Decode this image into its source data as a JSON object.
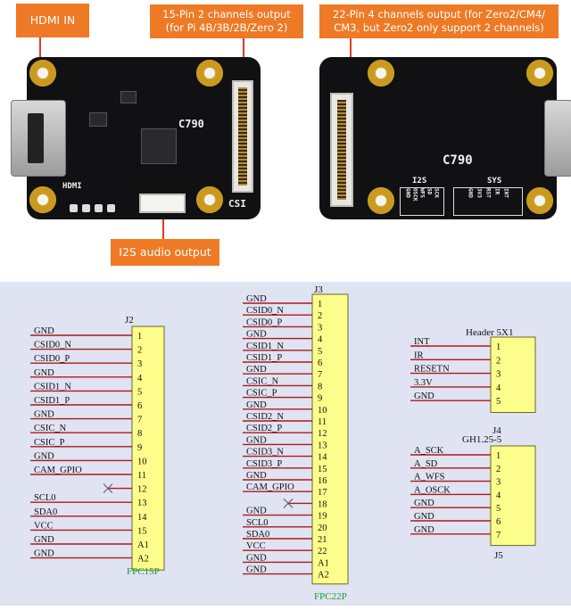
{
  "callouts": {
    "hdmi_in": "HDMI IN",
    "csi15_line1": "15-Pin 2 channels output",
    "csi15_line2": "(for Pi 4B/3B/2B/Zero 2)",
    "csi22_line1": "22-Pin 4 channels output (for Zero2/CM4/",
    "csi22_line2": "CM3, but Zero2 only support 2 channels)",
    "i2s_audio": "I2S audio output"
  },
  "front_board": {
    "chip_label": "C790",
    "hdmi_label": "HDMI",
    "csi_label": "CSI"
  },
  "back_board": {
    "chip_label": "C790",
    "i2s_title": "I2S",
    "i2s_pins": [
      "GND",
      "OSCK",
      "WFS",
      "SD",
      "SCK"
    ],
    "sys_title": "SYS",
    "sys_pins": [
      "GND",
      "3V3",
      "RST",
      "IR",
      "INT"
    ]
  },
  "colors": {
    "callout_bg": "#ee7a26",
    "leader": "#e23a2a",
    "schematic_bg": "#dfe3f2",
    "connector_fill": "#fdfd8c",
    "wire": "#b01818",
    "footprint_label": "#1a9e2a"
  },
  "schematic": {
    "j2": {
      "ref": "J2",
      "footprint": "FPC15P",
      "pins": [
        {
          "net": "GND",
          "num": "1"
        },
        {
          "net": "CSID0_N",
          "num": "2"
        },
        {
          "net": "CSID0_P",
          "num": "3"
        },
        {
          "net": "GND",
          "num": "4"
        },
        {
          "net": "CSID1_N",
          "num": "5"
        },
        {
          "net": "CSID1_P",
          "num": "6"
        },
        {
          "net": "GND",
          "num": "7"
        },
        {
          "net": "CSIC_N",
          "num": "8"
        },
        {
          "net": "CSIC_P",
          "num": "9"
        },
        {
          "net": "GND",
          "num": "10"
        },
        {
          "net": "CAM_GPIO",
          "num": "11"
        },
        {
          "net": "",
          "num": "12",
          "nc": true
        },
        {
          "net": "SCL0",
          "num": "13"
        },
        {
          "net": "SDA0",
          "num": "14"
        },
        {
          "net": "VCC",
          "num": "15"
        },
        {
          "net": "GND",
          "num": "A1"
        },
        {
          "net": "GND",
          "num": "A2"
        }
      ]
    },
    "j3": {
      "ref": "J3",
      "footprint": "FPC22P",
      "pins": [
        {
          "net": "GND",
          "num": "1"
        },
        {
          "net": "CSID0_N",
          "num": "2"
        },
        {
          "net": "CSID0_P",
          "num": "3"
        },
        {
          "net": "GND",
          "num": "4"
        },
        {
          "net": "CSID1_N",
          "num": "5"
        },
        {
          "net": "CSID1_P",
          "num": "6"
        },
        {
          "net": "GND",
          "num": "7"
        },
        {
          "net": "CSIC_N",
          "num": "8"
        },
        {
          "net": "CSIC_P",
          "num": "9"
        },
        {
          "net": "GND",
          "num": "10"
        },
        {
          "net": "CSID2_N",
          "num": "11"
        },
        {
          "net": "CSID2_P",
          "num": "12"
        },
        {
          "net": "GND",
          "num": "13"
        },
        {
          "net": "CSID3_N",
          "num": "14"
        },
        {
          "net": "CSID3_P",
          "num": "15"
        },
        {
          "net": "GND",
          "num": "16"
        },
        {
          "net": "CAM_GPIO",
          "num": "17"
        },
        {
          "net": "",
          "num": "18",
          "nc": true
        },
        {
          "net": "GND",
          "num": "19"
        },
        {
          "net": "SCL0",
          "num": "20"
        },
        {
          "net": "SDA0",
          "num": "21"
        },
        {
          "net": "VCC",
          "num": "22"
        },
        {
          "net": "GND",
          "num": "A1"
        },
        {
          "net": "GND",
          "num": "A2"
        }
      ]
    },
    "j4": {
      "ref": "J4",
      "title": "Header 5X1",
      "pins": [
        {
          "net": "INT",
          "num": "1"
        },
        {
          "net": "IR",
          "num": "2"
        },
        {
          "net": "RESETN",
          "num": "3"
        },
        {
          "net": "3.3V",
          "num": "4"
        },
        {
          "net": "GND",
          "num": "5"
        }
      ]
    },
    "j5": {
      "ref": "J5",
      "title": "GH1.25-5",
      "pins": [
        {
          "net": "A_SCK",
          "num": "1"
        },
        {
          "net": "A_SD",
          "num": "2"
        },
        {
          "net": "A_WFS",
          "num": "3"
        },
        {
          "net": "A_OSCK",
          "num": "4"
        },
        {
          "net": "GND",
          "num": "5"
        },
        {
          "net": "GND",
          "num": "6"
        },
        {
          "net": "GND",
          "num": "7"
        }
      ]
    }
  }
}
